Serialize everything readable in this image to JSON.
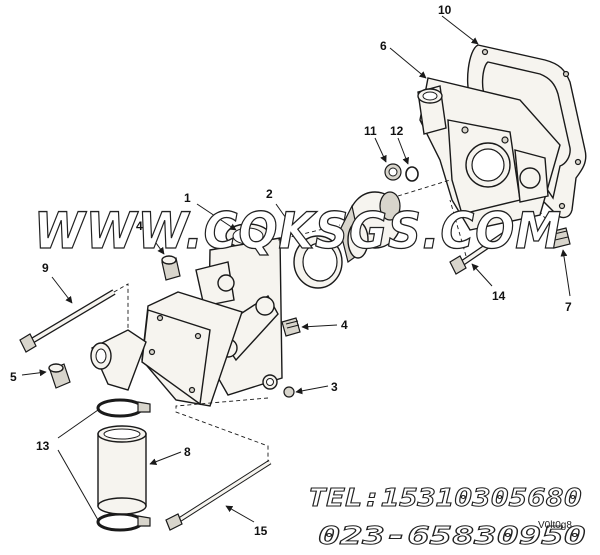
{
  "diagram": {
    "callouts": {
      "c1": "1",
      "c2": "2",
      "c3": "3",
      "c4a": "4",
      "c4b": "4",
      "c5": "5",
      "c6": "6",
      "c7": "7",
      "c8": "8",
      "c9": "9",
      "c10": "10",
      "c11": "11",
      "c12": "12",
      "c13": "13",
      "c14": "14",
      "c15": "15"
    },
    "watermark": "WWW.CQKSGS.COM",
    "contact": {
      "tel": "TEL:15310305680",
      "phone": "023-65830950"
    },
    "figure_code": "V0lt0g8"
  }
}
